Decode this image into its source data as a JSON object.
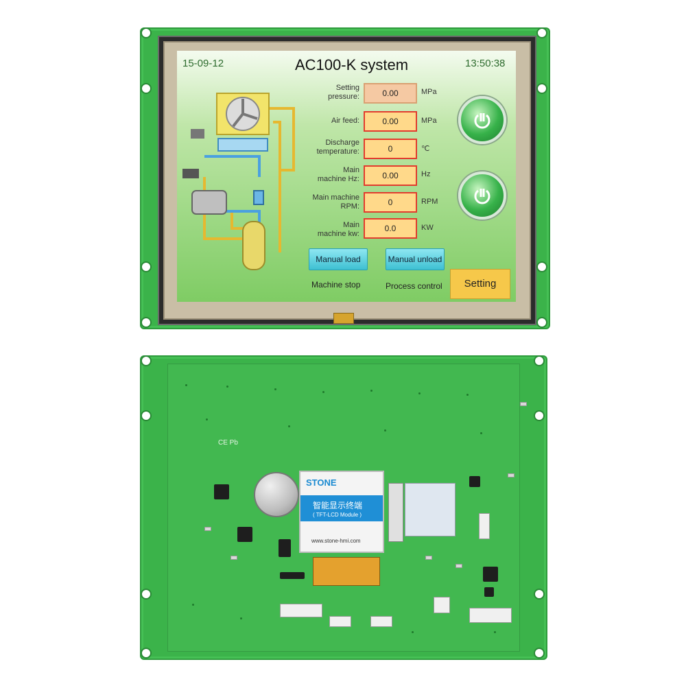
{
  "screen": {
    "date": "15-09-12",
    "title": "AC100-K system",
    "time": "13:50:38",
    "rows": [
      {
        "label": "Setting\npressure:",
        "value": "0.00",
        "unit": "MPa"
      },
      {
        "label": "Air feed:",
        "value": "0.00",
        "unit": "MPa"
      },
      {
        "label": "Discharge\ntemperature:",
        "value": "0",
        "unit": "℃"
      },
      {
        "label": "Main\nmachine Hz:",
        "value": "0.00",
        "unit": "Hz"
      },
      {
        "label": "Main machine\nRPM:",
        "value": "0",
        "unit": "RPM"
      },
      {
        "label": "Main\nmachine kw:",
        "value": "0.0",
        "unit": "KW"
      }
    ],
    "manual_load": "Manual load",
    "manual_unload": "Manual unload",
    "machine_stop": "Machine stop",
    "process_control": "Process control",
    "setting": "Setting"
  },
  "board": {
    "brand": "STONE",
    "chinese_label": "智能显示终端",
    "module_label": "( TFT-LCD Module )",
    "website": "www.stone-hmi.com",
    "cert_marks": "CE Pb"
  },
  "colors": {
    "pcb": "#3bb34a",
    "field_fill": "#ffd98a",
    "field_border": "#e23b2e",
    "setting_fill": "#f6c84a",
    "button_fill": "#3ec0d2",
    "power_green": "#37b24a"
  }
}
